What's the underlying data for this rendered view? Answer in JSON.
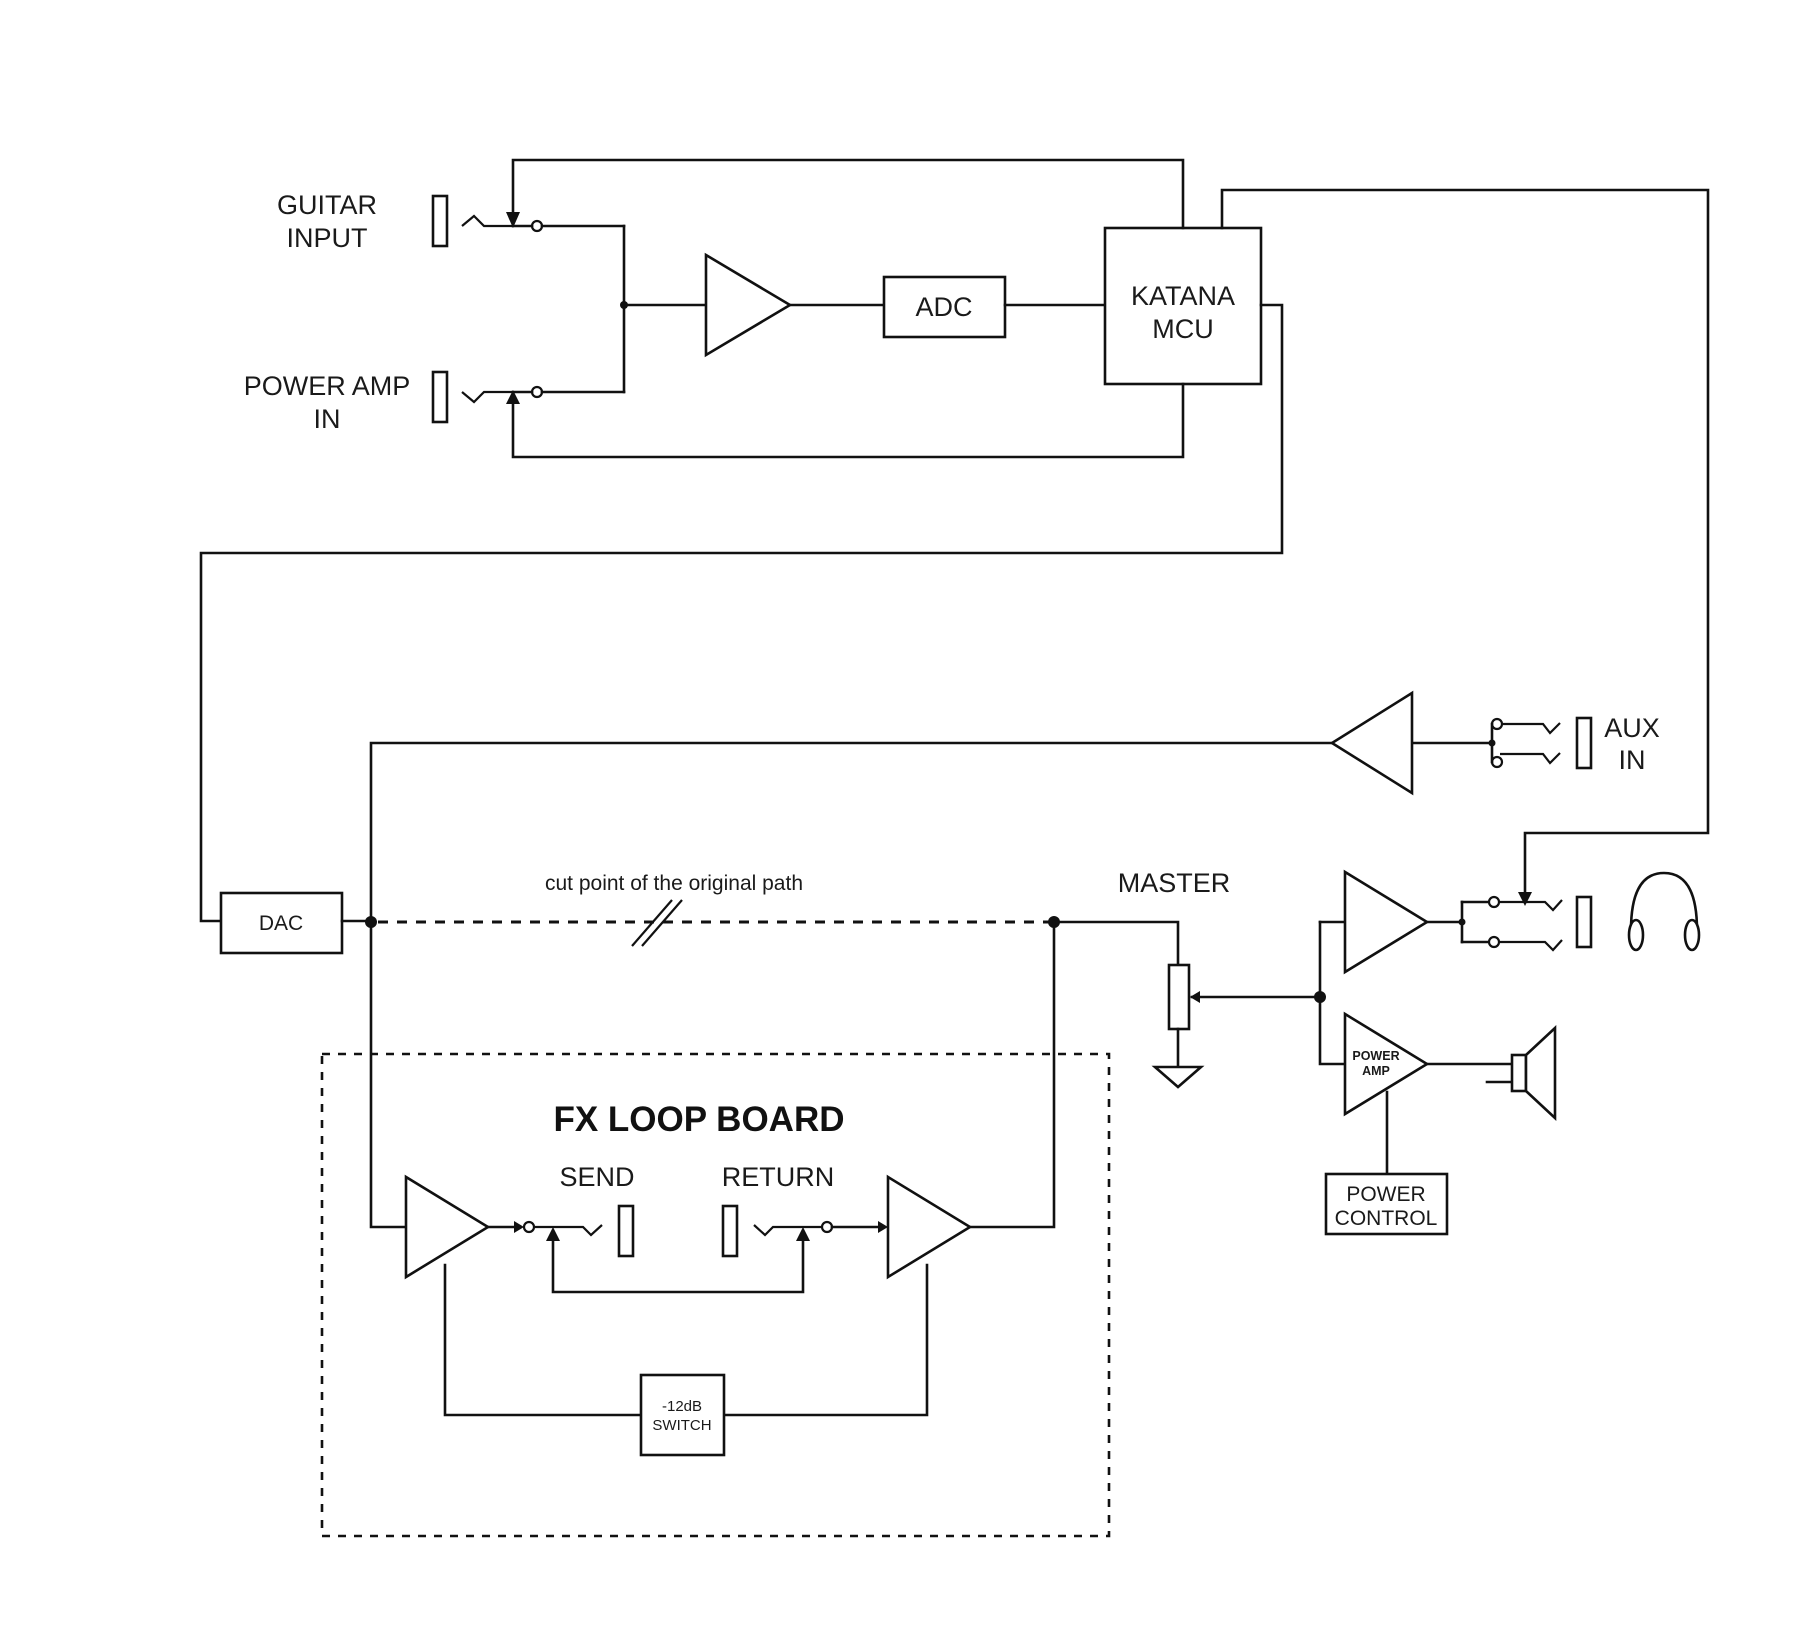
{
  "labels": {
    "guitar_input_1": "GUITAR",
    "guitar_input_2": "INPUT",
    "power_amp_in_1": "POWER AMP",
    "power_amp_in_2": "IN",
    "adc": "ADC",
    "katana_1": "KATANA",
    "katana_2": "MCU",
    "aux_1": "AUX",
    "aux_2": "IN",
    "dac": "DAC",
    "cut_point": "cut point of the original path",
    "master": "MASTER",
    "fx_loop_board": "FX LOOP BOARD",
    "send": "SEND",
    "return": "RETURN",
    "switch_1": "-12dB",
    "switch_2": "SWITCH",
    "power_amp_1": "POWER",
    "power_amp_2": "AMP",
    "power_control_1": "POWER",
    "power_control_2": "CONTROL"
  },
  "icons": {
    "headphones": "headphones-icon",
    "speaker": "speaker-icon"
  }
}
